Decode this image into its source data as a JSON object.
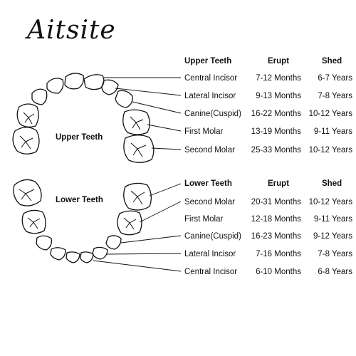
{
  "brand": "Aitsite",
  "upper": {
    "group_label": "Upper Teeth",
    "headers": {
      "name": "Upper Teeth",
      "erupt": "Erupt",
      "shed": "Shed"
    },
    "rows": [
      {
        "name": "Central Incisor",
        "erupt": "7-12 Months",
        "shed": "6-7 Years"
      },
      {
        "name": "Lateral Incisor",
        "erupt": "9-13 Months",
        "shed": "7-8 Years"
      },
      {
        "name": "Canine(Cuspid)",
        "erupt": "16-22 Months",
        "shed": "10-12 Years"
      },
      {
        "name": "First Molar",
        "erupt": "13-19 Months",
        "shed": "9-11 Years"
      },
      {
        "name": "Second Molar",
        "erupt": "25-33 Months",
        "shed": "10-12 Years"
      }
    ]
  },
  "lower": {
    "group_label": "Lower Teeth",
    "headers": {
      "name": "Lower Teeth",
      "erupt": "Erupt",
      "shed": "Shed"
    },
    "rows": [
      {
        "name": "Second Molar",
        "erupt": "20-31 Months",
        "shed": "10-12 Years"
      },
      {
        "name": "First Molar",
        "erupt": "12-18 Months",
        "shed": "9-11 Years"
      },
      {
        "name": "Canine(Cuspid)",
        "erupt": "16-23 Months",
        "shed": "9-12 Years"
      },
      {
        "name": "Lateral Incisor",
        "erupt": "7-16 Months",
        "shed": "7-8 Years"
      },
      {
        "name": "Central Incisor",
        "erupt": "6-10 Months",
        "shed": "6-8 Years"
      }
    ]
  }
}
